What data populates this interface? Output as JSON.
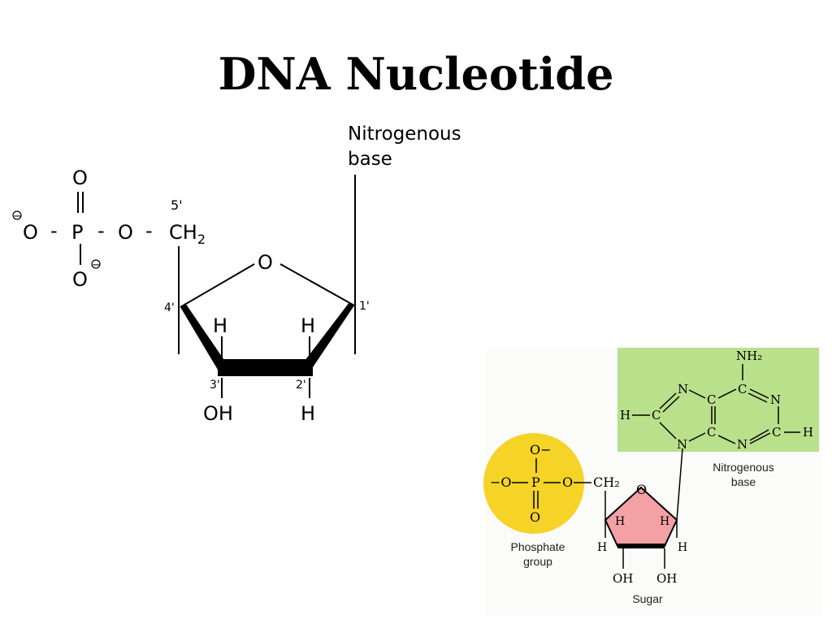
{
  "title": "DNA Nucleotide",
  "left_diagram": {
    "base_label_line1": "Nitrogenous",
    "base_label_line2": "base",
    "phosphate": {
      "o_top": "O",
      "o_neg_left": "O",
      "p": "P",
      "o_bridge": "O",
      "o_bottom": "O",
      "dash": "-",
      "charge": "−"
    },
    "ch2": "CH",
    "ch2_sub": "2",
    "pos_5": "5'",
    "ring_o": "O",
    "pos_4": "4'",
    "pos_1": "1'",
    "pos_3": "3'",
    "pos_2": "2'",
    "h_top_left": "H",
    "h_top_right": "H",
    "oh": "OH",
    "h_bottom": "H"
  },
  "right_diagram": {
    "phosphate_o_top": "O−",
    "phosphate_o_left": "−O",
    "phosphate_p": "P",
    "phosphate_o_right": "O",
    "phosphate_o_bottom": "O",
    "ch2": "CH₂",
    "ring_o": "O",
    "h1": "H",
    "h2": "H",
    "h3": "H",
    "h4": "H",
    "oh_left": "OH",
    "oh_right": "OH",
    "nh2": "NH₂",
    "base_c_top": "C",
    "base_n_left": "N",
    "base_c_upper_mid": "C",
    "base_n_right": "N",
    "base_h_left": "H",
    "base_c_left": "C",
    "base_c_lower_mid": "C",
    "base_n_lower_left": "N",
    "base_n_lower_right": "N",
    "base_c_right": "C",
    "base_h_right": "H",
    "caption_base_1": "Nitrogenous",
    "caption_base_2": "base",
    "caption_phosphate_1": "Phosphate",
    "caption_phosphate_2": "group",
    "caption_sugar": "Sugar",
    "colors": {
      "panel_bg": "#fbfbf9",
      "phosphate": "#f5d327",
      "sugar": "#f3a1a4",
      "base": "#b9e08a"
    }
  }
}
